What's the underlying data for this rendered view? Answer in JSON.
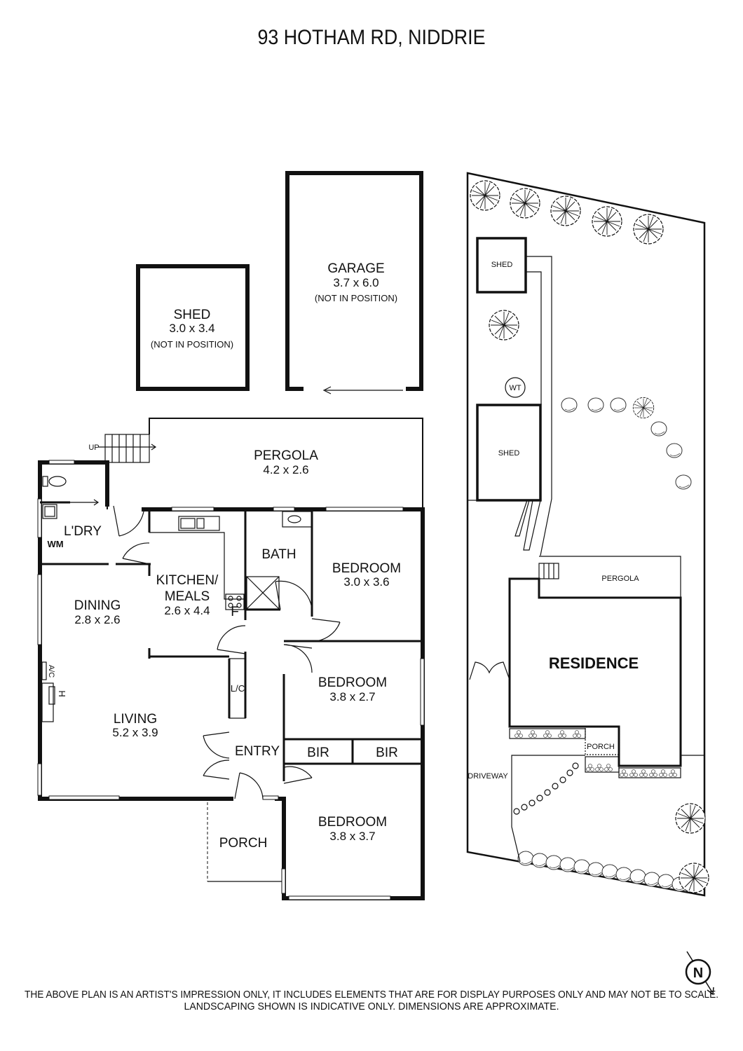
{
  "title": "93 HOTHAM RD, NIDDRIE",
  "outbuildings": {
    "shed": {
      "name": "SHED",
      "size": "3.0 x 3.4",
      "note": "(NOT IN POSITION)"
    },
    "garage": {
      "name": "GARAGE",
      "size": "3.7 x 6.0",
      "note": "(NOT IN POSITION)"
    }
  },
  "floor_plan": {
    "stairs_label": "UP",
    "rooms": {
      "pergola": {
        "name": "PERGOLA",
        "size": "4.2 x 2.6"
      },
      "laundry": {
        "name": "L'DRY",
        "wm": "WM"
      },
      "bath": {
        "name": "BATH"
      },
      "bedroom1": {
        "name": "BEDROOM",
        "size": "3.0 x 3.6"
      },
      "kitchen": {
        "name1": "KITCHEN/",
        "name2": "MEALS",
        "size": "2.6 x 4.4",
        "fridge": "F"
      },
      "dining": {
        "name": "DINING",
        "size": "2.8 x 2.6"
      },
      "bedroom2": {
        "name": "BEDROOM",
        "size": "3.8 x 2.7"
      },
      "linen": {
        "name": "L/C"
      },
      "ac": "A/C",
      "heater": "H",
      "living": {
        "name": "LIVING",
        "size": "5.2 x 3.9"
      },
      "entry": {
        "name": "ENTRY"
      },
      "bir1": {
        "name": "BIR"
      },
      "bir2": {
        "name": "BIR"
      },
      "porch": {
        "name": "PORCH"
      },
      "bedroom3": {
        "name": "BEDROOM",
        "size": "3.8 x 3.7"
      }
    }
  },
  "site_plan": {
    "shed_small": "SHED",
    "shed_large": "SHED",
    "water_tank": "WT",
    "pergola": "PERGOLA",
    "residence": "RESIDENCE",
    "porch": "PORCH",
    "driveway": "DRIVEWAY"
  },
  "compass": {
    "label": "N",
    "icon": "north-arrow-icon"
  },
  "disclaimer": {
    "line1": "THE ABOVE PLAN IS AN ARTIST'S IMPRESSION ONLY, IT INCLUDES ELEMENTS THAT ARE FOR DISPLAY PURPOSES ONLY AND MAY NOT BE TO SCALE.",
    "line2": "LANDSCAPING SHOWN IS INDICATIVE ONLY. DIMENSIONS ARE APPROXIMATE."
  }
}
